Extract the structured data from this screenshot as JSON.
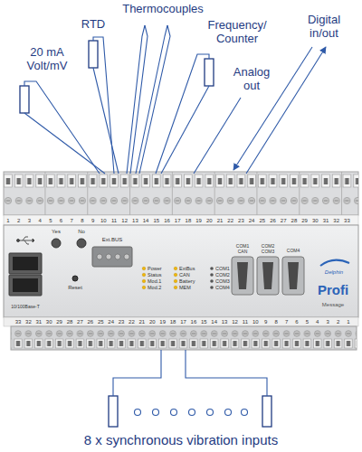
{
  "diagram": {
    "labels": [
      "Thermocouples",
      "RTD",
      "20 mA Volt/mV",
      "Frequency/ Counter",
      "Analog out",
      "Digital in/out",
      "8 x synchronous vibration inputs",
      "Yes",
      "No",
      "Reset",
      "Ext.BUS",
      "Power",
      "Status",
      "Mod.1",
      "Mod.2",
      "ExtBus",
      "CAN",
      "Battery",
      "MEM",
      "COM1",
      "COM2",
      "COM3",
      "COM4",
      "COM1 CAN",
      "COM2 COM3",
      "COM4",
      "Delphin",
      "Profi",
      "Message",
      "10/100Base-T",
      "1",
      "2",
      "3",
      "4",
      "5",
      "6",
      "7",
      "8",
      "9",
      "10",
      "11",
      "12",
      "13",
      "14",
      "15",
      "16",
      "17",
      "18",
      "19",
      "20",
      "21",
      "22",
      "23",
      "24",
      "25",
      "26",
      "27",
      "28",
      "29",
      "30",
      "31",
      "32",
      "33",
      "33",
      "32",
      "31",
      "30",
      "29",
      "28",
      "27",
      "26",
      "25",
      "24",
      "23",
      "22",
      "21",
      "20",
      "19",
      "18",
      "17",
      "16",
      "15",
      "14",
      "13",
      "12",
      "11",
      "10",
      "9",
      "8",
      "7",
      "6",
      "5",
      "4",
      "3",
      "2",
      "1"
    ]
  }
}
